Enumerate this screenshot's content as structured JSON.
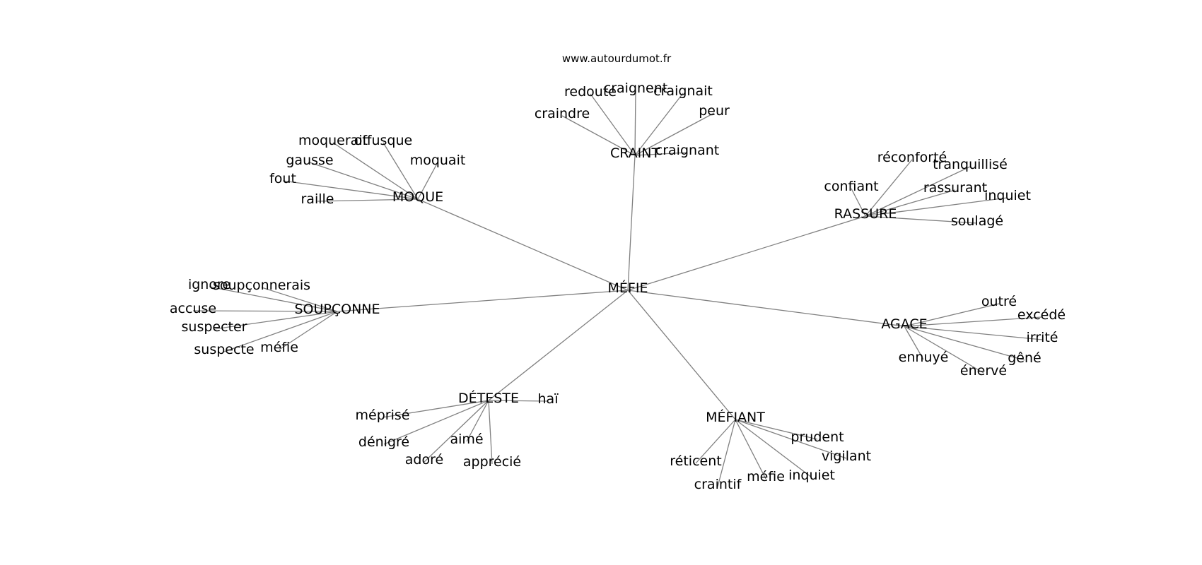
{
  "source": "www.autourdumot.fr",
  "center": "MÉFIE",
  "clusters": [
    {
      "hub": "CRAINT",
      "leaves": [
        "craindre",
        "redoute",
        "craignent",
        "craignait",
        "peur",
        "craignant"
      ]
    },
    {
      "hub": "MOQUE",
      "leaves": [
        "moquerait",
        "offusque",
        "moquait",
        "gausse",
        "fout",
        "raille"
      ]
    },
    {
      "hub": "RASSURE",
      "leaves": [
        "réconforté",
        "tranquillisé",
        "confiant",
        "rassurant",
        "inquiet",
        "soulagé"
      ]
    },
    {
      "hub": "SOUPÇONNE",
      "leaves": [
        "ignore",
        "soupçonnerais",
        "accuse",
        "suspecter",
        "suspecte",
        "méfie"
      ]
    },
    {
      "hub": "AGACE",
      "leaves": [
        "outré",
        "excédé",
        "irrité",
        "gêné",
        "énervé",
        "ennuyé"
      ]
    },
    {
      "hub": "DÉTESTE",
      "leaves": [
        "haï",
        "méprisé",
        "dénigré",
        "aimé",
        "adoré",
        "apprécié"
      ]
    },
    {
      "hub": "MÉFIANT",
      "leaves": [
        "prudent",
        "vigilant",
        "inquiet",
        "méfie",
        "craintif",
        "réticent"
      ]
    }
  ]
}
